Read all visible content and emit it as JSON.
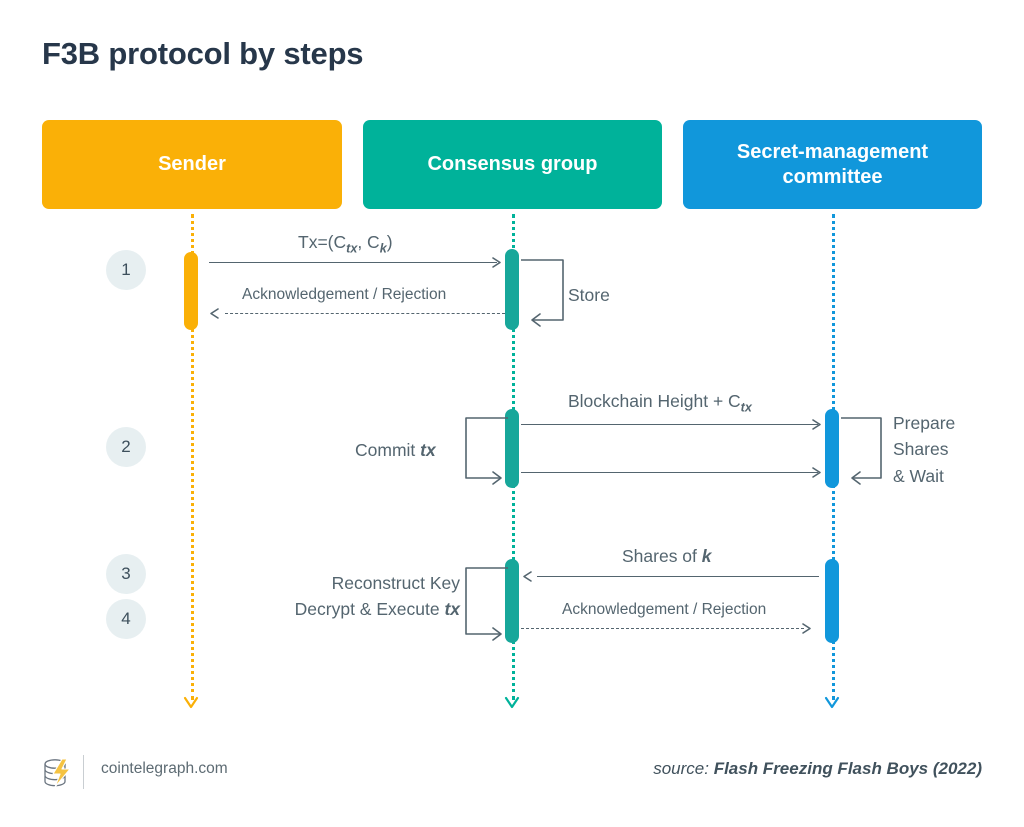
{
  "page": {
    "title": "F3B protocol by steps",
    "background": "#ffffff"
  },
  "colors": {
    "sender": "#fab007",
    "consensus": "#00b29a",
    "secret_management": "#1197db",
    "line": "#54656f",
    "title_text": "#27374a",
    "badge_bg": "#e7eff1"
  },
  "columns": [
    {
      "key": "sender",
      "label": "Sender",
      "color": "#fab007"
    },
    {
      "key": "consensus",
      "label": "Consensus group",
      "color": "#00b29a"
    },
    {
      "key": "secret_management",
      "label": "Secret-management committee",
      "color": "#1197db"
    }
  ],
  "steps": [
    {
      "number": "1"
    },
    {
      "number": "2"
    },
    {
      "number": "3"
    },
    {
      "number": "4"
    }
  ],
  "messages": {
    "tx_request": {
      "label_plain": "Tx=(Ctx, Ck)",
      "base1": "Tx=(C",
      "sub1": "tx",
      "mid": ", C",
      "sub2": "k",
      "tail": ")",
      "style": "solid",
      "direction": "right",
      "from": "sender",
      "to": "consensus"
    },
    "ack_rejection_1": {
      "label": "Acknowledgement / Rejection",
      "style": "dashed",
      "direction": "left",
      "from": "consensus",
      "to": "sender"
    },
    "store": {
      "label": "Store",
      "type": "self-loop",
      "on": "consensus"
    },
    "commit_tx": {
      "base": "Commit ",
      "emphasis": "tx",
      "type": "self-loop",
      "on": "consensus"
    },
    "blockchain_height": {
      "label_plain": "Blockchain Height + Ctx",
      "base": "Blockchain Height + C",
      "sub": "tx",
      "style": "solid",
      "direction": "right",
      "from": "consensus",
      "to": "secret_management"
    },
    "unlabeled_request": {
      "label": "",
      "style": "solid",
      "direction": "right",
      "from": "consensus",
      "to": "secret_management"
    },
    "prepare_shares_wait": {
      "line1": "Prepare",
      "line2": "Shares",
      "line3": "& Wait",
      "type": "self-loop",
      "on": "secret_management"
    },
    "shares_of_k": {
      "label_plain": "Shares of k",
      "base": "Shares of ",
      "emphasis": "k",
      "style": "solid",
      "direction": "left",
      "from": "secret_management",
      "to": "consensus"
    },
    "ack_rejection_2": {
      "label": "Acknowledgement / Rejection",
      "style": "dashed",
      "direction": "right",
      "from": "consensus",
      "to": "secret_management"
    },
    "reconstruct_execute": {
      "line1": "Reconstruct Key",
      "line2_base": "Decrypt & Execute ",
      "line2_emphasis": "tx",
      "type": "self-loop",
      "on": "consensus"
    }
  },
  "footer": {
    "brand": "cointelegraph.com",
    "logo_icon": "cointelegraph-logo-icon",
    "source_prefix": "source: ",
    "source_title": "Flash Freezing Flash Boys (2022)"
  }
}
